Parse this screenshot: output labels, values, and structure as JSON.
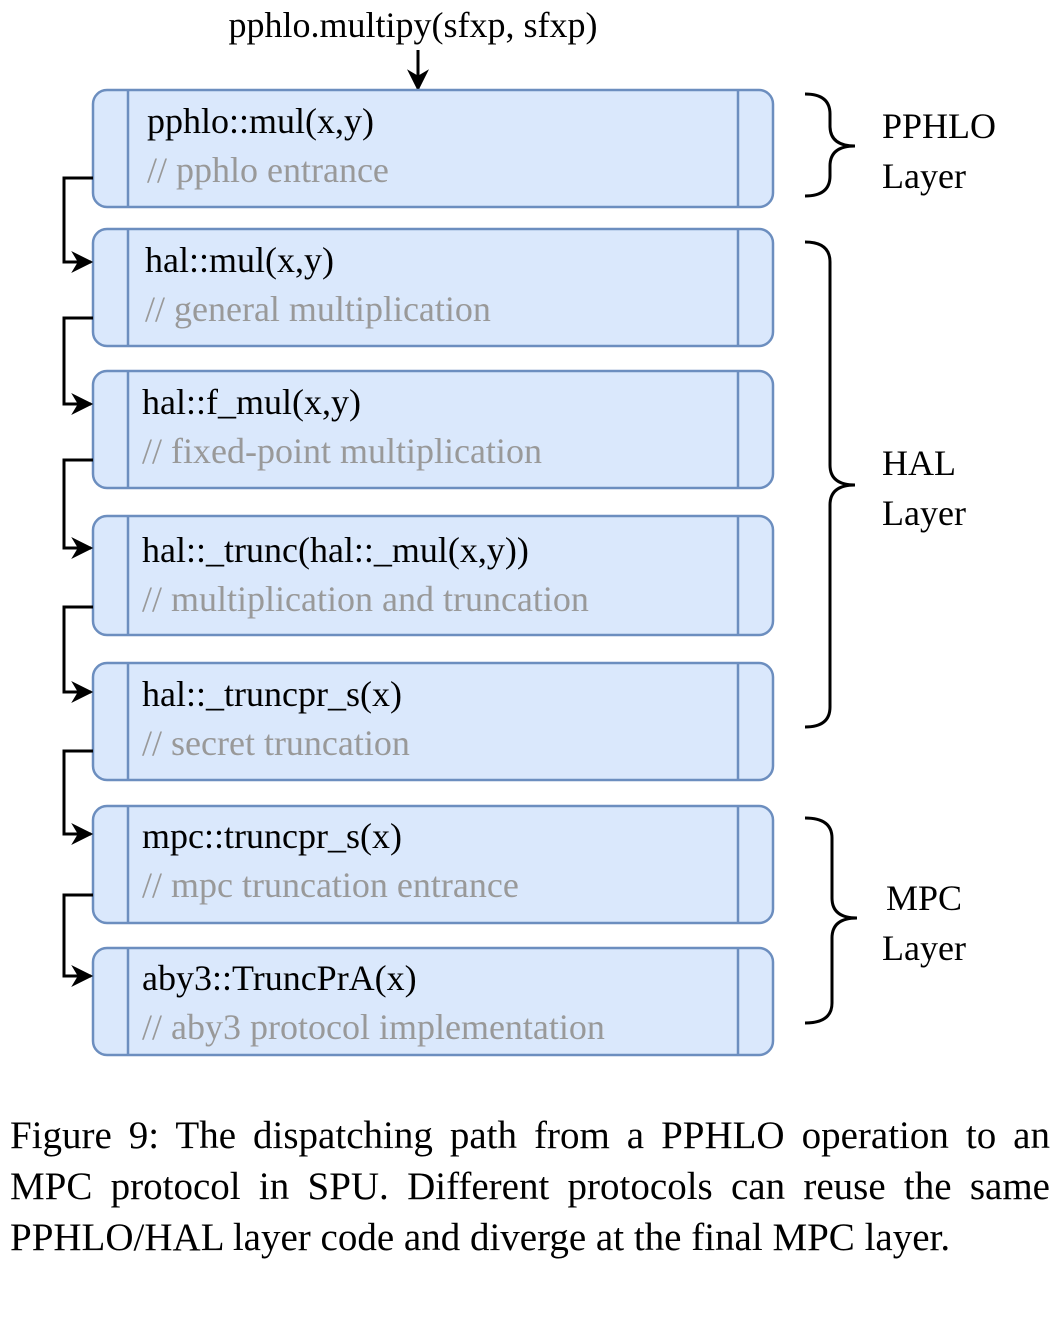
{
  "entry_call": "pphlo.multipy(sfxp, sfxp)",
  "boxes": [
    {
      "signature": "pphlo::mul(x,y)",
      "comment": "// pphlo entrance"
    },
    {
      "signature": "hal::mul(x,y)",
      "comment": "// general multiplication"
    },
    {
      "signature": "hal::f_mul(x,y)",
      "comment": "// fixed-point multiplication"
    },
    {
      "signature": "hal::_trunc(hal::_mul(x,y))",
      "comment": "// multiplication and truncation"
    },
    {
      "signature": "hal::_truncpr_s(x)",
      "comment": "// secret truncation"
    },
    {
      "signature": "mpc::truncpr_s(x)",
      "comment": "// mpc truncation entrance"
    },
    {
      "signature": "aby3::TruncPrA(x)",
      "comment": "// aby3 protocol implementation"
    }
  ],
  "layers": [
    {
      "line1": "PPHLO",
      "line2": "Layer"
    },
    {
      "line1": "HAL",
      "line2": "Layer"
    },
    {
      "line1": "MPC",
      "line2": "Layer"
    }
  ],
  "caption": "Figure 9: The dispatching path from a PPHLO operation to an MPC protocol in SPU. Different protocols can reuse the same PPHLO/HAL layer code and diverge at the final MPC layer.",
  "colors": {
    "box_fill": "#dae8fc",
    "box_stroke": "#6c8ebf",
    "comment_text": "#999999",
    "line": "#000000"
  }
}
